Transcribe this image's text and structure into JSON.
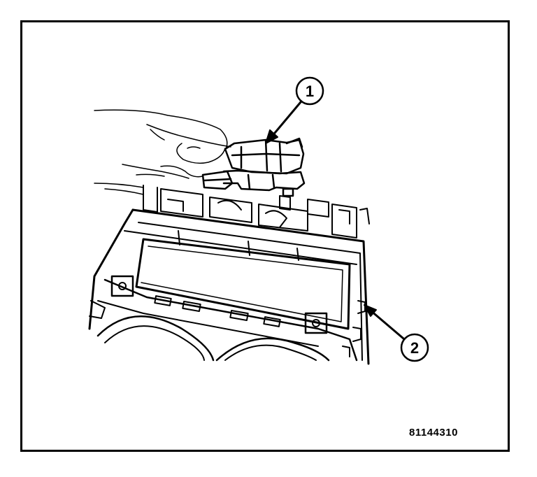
{
  "figure": {
    "callouts": [
      {
        "label": "1",
        "part": "switch-module"
      },
      {
        "label": "2",
        "part": "bezel-frame"
      }
    ],
    "reference_code": "81144310",
    "colors": {
      "line": "#000000",
      "background": "#ffffff"
    }
  }
}
